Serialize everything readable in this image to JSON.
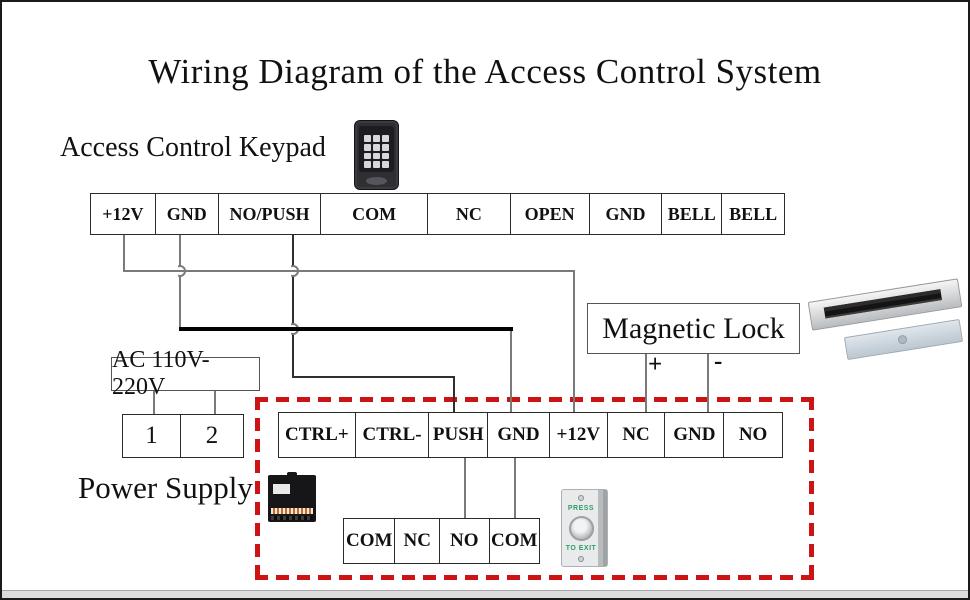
{
  "title": "Wiring Diagram of the Access Control System",
  "labels": {
    "keypad": "Access Control Keypad",
    "power_supply": "Power Supply",
    "magnetic_lock": "Magnetic Lock",
    "ac_input": "AC 110V-220V",
    "plus": "+",
    "minus": "-"
  },
  "terminal_rows": {
    "keypad": {
      "cells": [
        "+12V",
        "GND",
        "NO/PUSH",
        "COM",
        "NC",
        "OPEN",
        "GND",
        "BELL",
        "BELL"
      ]
    },
    "power_supply": {
      "cells": [
        "CTRL+",
        "CTRL-",
        "PUSH",
        "GND",
        "+12V",
        "NC",
        "GND",
        "NO"
      ]
    },
    "relay": {
      "cells": [
        "COM",
        "NC",
        "NO",
        "COM"
      ]
    },
    "ac_terminals": {
      "cells": [
        "1",
        "2"
      ]
    }
  },
  "exit_button": {
    "press": "PRESS",
    "to_exit": "TO EXIT"
  },
  "colors": {
    "wire": "#7a7a7a",
    "wire_dark": "#2f2f2f",
    "wire_thick": "#000000",
    "dashed_boundary": "#cc1414",
    "exit_button_text": "#2f9e68"
  }
}
